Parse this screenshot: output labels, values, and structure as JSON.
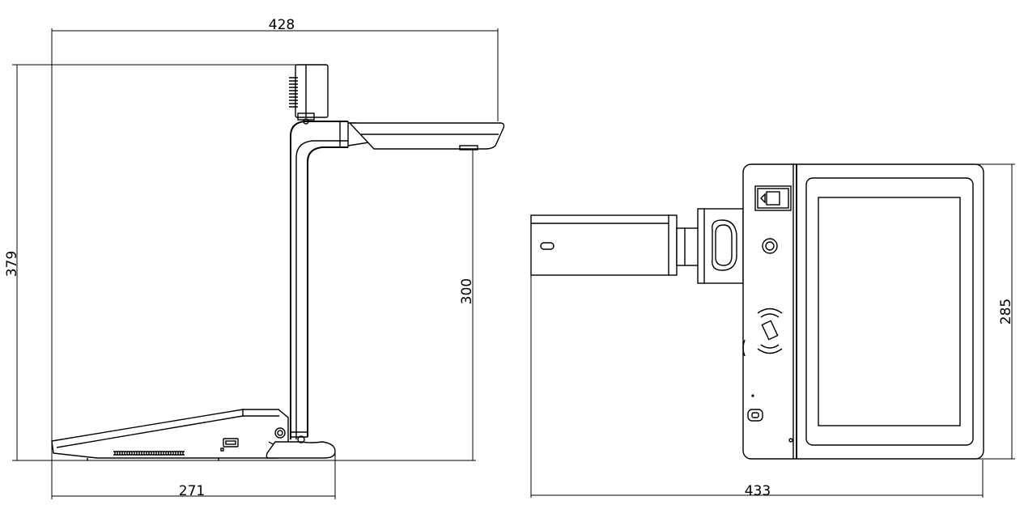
{
  "side_view": {
    "dimensions": {
      "overall_width": "428",
      "overall_height": "379",
      "camera_height": "300",
      "base_depth": "271"
    }
  },
  "top_view": {
    "dimensions": {
      "overall_width": "433",
      "depth": "285"
    }
  }
}
